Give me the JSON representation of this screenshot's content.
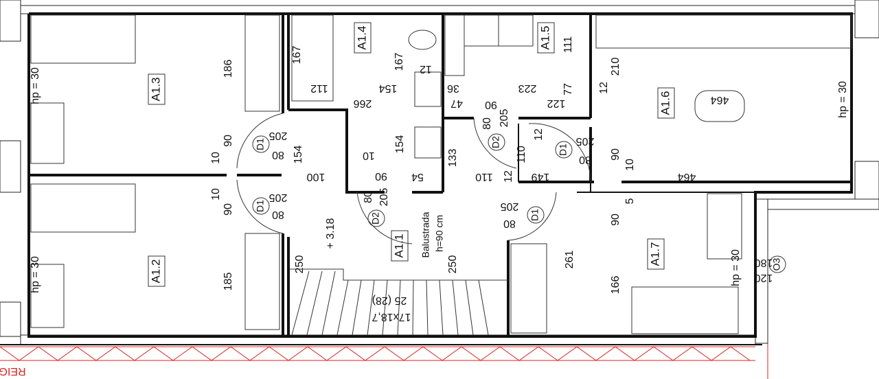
{
  "rooms": {
    "a13": "A1.3",
    "a12": "A1.2",
    "a14": "A1.4",
    "a15": "A1.5",
    "a16": "A1.6",
    "a17": "A1.7",
    "a11": "A1.1"
  },
  "doors": {
    "d1": "D1",
    "d2": "D2",
    "o3": "O3"
  },
  "dims": [
    "186",
    "90",
    "10",
    "205",
    "80",
    "154",
    "10",
    "90",
    "205",
    "80",
    "185",
    "167",
    "112",
    "167",
    "154",
    "266",
    "12",
    "36",
    "47",
    "111",
    "223",
    "77",
    "122",
    "90",
    "80",
    "205",
    "154",
    "10",
    "133",
    "12",
    "110",
    "205",
    "80",
    "100",
    "90",
    "80",
    "205",
    "54",
    "110",
    "12",
    "149",
    "205",
    "80",
    "261",
    "12",
    "210",
    "90",
    "10",
    "464",
    "5",
    "90",
    "166",
    "180",
    "120",
    "250",
    "250",
    "464"
  ],
  "notes": {
    "hp1": "hp = 30",
    "hp2": "hp = 30",
    "hp3": "hp = 30",
    "hp4": "hp = 30",
    "level": "+ 3.18",
    "balustrada": "Balustrada",
    "balustrada_h": "h=90 cm",
    "stairs1": "25 (28)",
    "stairs2": "17x18,7",
    "edge": "REIG"
  },
  "colors": {
    "wall": "#111111",
    "boundary": "#d22222"
  }
}
